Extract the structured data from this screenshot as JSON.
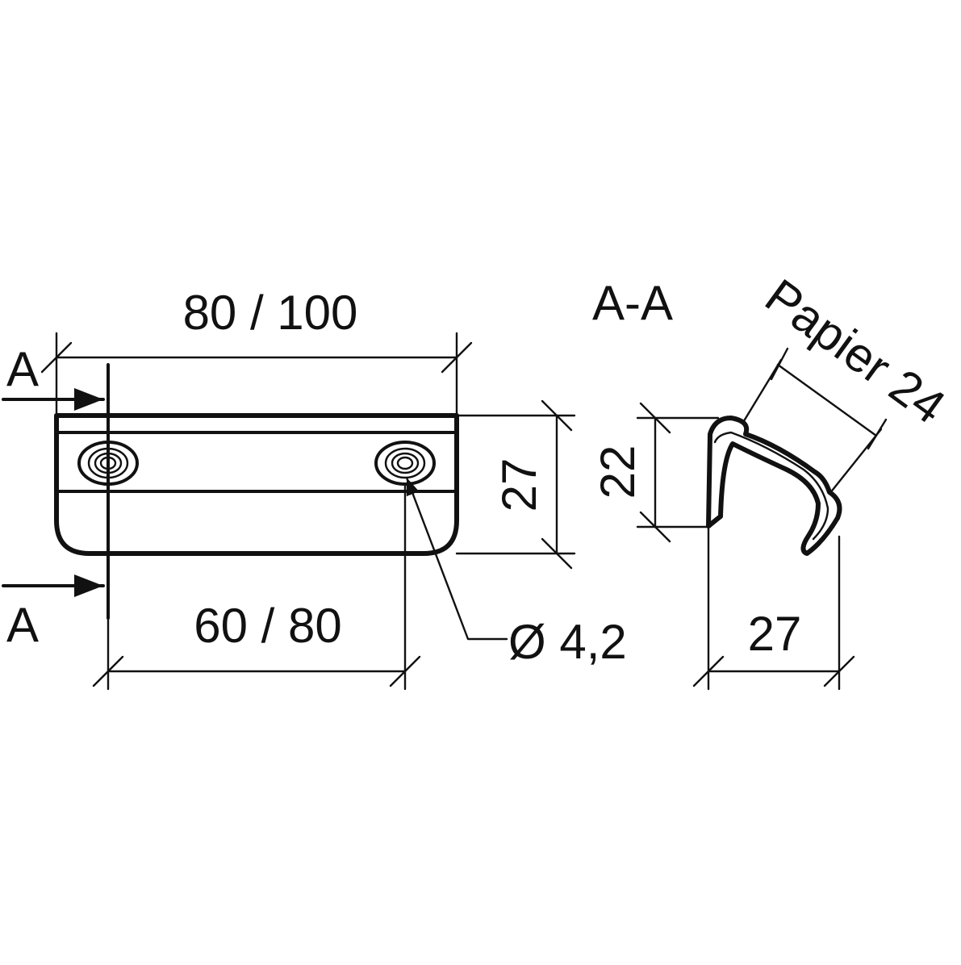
{
  "drawing": {
    "front_view": {
      "overall_width_dim": "80 / 100",
      "hole_spacing_dim": "60 / 80",
      "height_dim": "27",
      "hole_diameter_dim": "Ø 4,2",
      "section_marker_top": "A",
      "section_marker_bottom": "A"
    },
    "section_view": {
      "title": "A-A",
      "height_dim": "22",
      "depth_dim": "27",
      "paper_dim": "Papier 24"
    }
  }
}
